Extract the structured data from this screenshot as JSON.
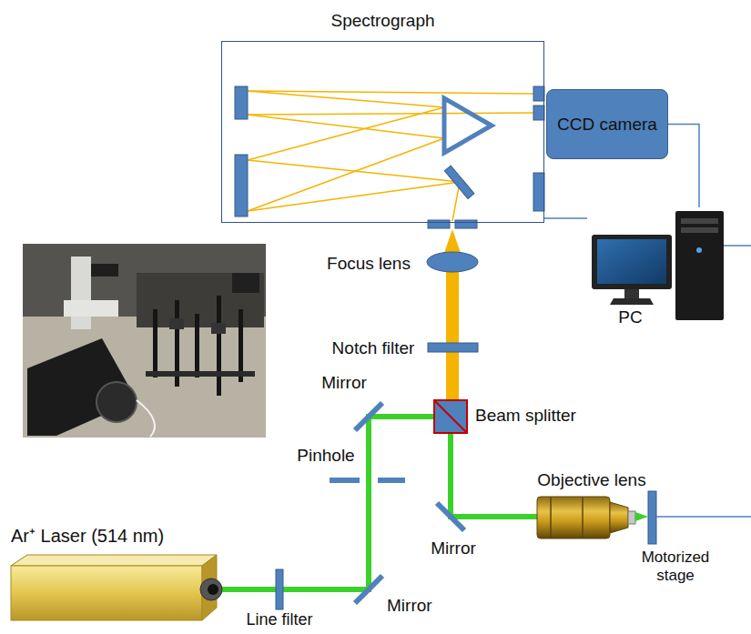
{
  "diagram": {
    "nodes": [
      {
        "text": [
          "Spectrograph"
        ]
      },
      {
        "text": [
          "CCD camera"
        ]
      },
      {
        "text": [
          "PC"
        ]
      }
    ],
    "edges": [
      {
        "from": 0,
        "to": 2,
        "arrow": "none"
      },
      {
        "from": 1,
        "to": 2,
        "arrow": "none"
      }
    ],
    "labels": [
      "Focus lens",
      "Notch filter",
      "Mirror",
      "Beam splitter",
      "Pinhole",
      "Objective lens",
      "Mirror",
      "Ar⁺ Laser (514 nm)",
      "Mirror",
      "Motorized stage",
      "Line filter"
    ]
  }
}
